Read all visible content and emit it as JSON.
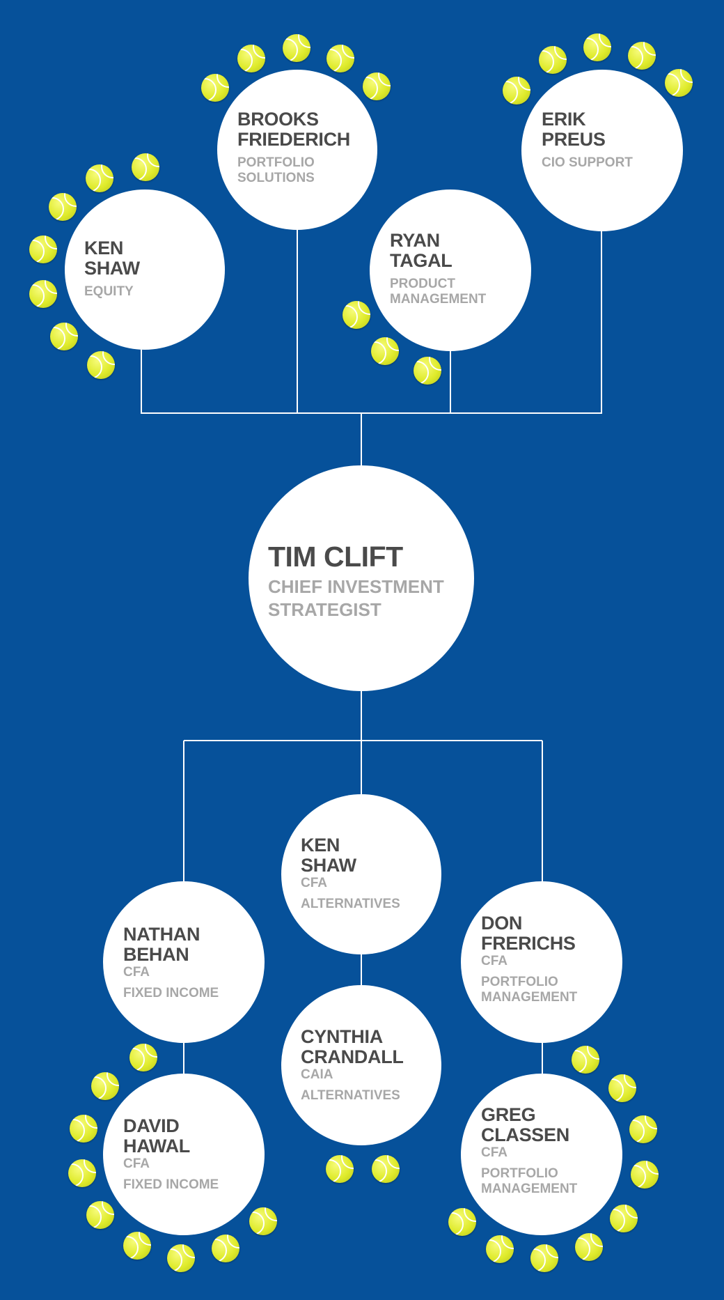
{
  "colors": {
    "background": "#06519a",
    "node": "#ffffff",
    "name_text": "#4a4a4a",
    "role_text": "#a7a7a7",
    "connector": "#ffffff",
    "tennis_ball": "#dfeb2c"
  },
  "decoration_icon": "tennis-ball-icon",
  "center": {
    "name": "TIM CLIFT",
    "role_line1": "CHIEF INVESTMENT",
    "role_line2": "STRATEGIST"
  },
  "top": {
    "ken_shaw": {
      "name1": "KEN",
      "name2": "SHAW",
      "role1": "EQUITY"
    },
    "brooks_friederich": {
      "name1": "BROOKS",
      "name2": "FRIEDERICH",
      "role1": "PORTFOLIO",
      "role2": "SOLUTIONS"
    },
    "ryan_tagal": {
      "name1": "RYAN",
      "name2": "TAGAL",
      "role1": "PRODUCT",
      "role2": "MANAGEMENT"
    },
    "erik_preus": {
      "name1": "ERIK",
      "name2": "PREUS",
      "role1": "CIO SUPPORT"
    }
  },
  "bottom": {
    "ken_shaw": {
      "name1": "KEN",
      "name2": "SHAW",
      "credential": "CFA",
      "role1": "ALTERNATIVES"
    },
    "cynthia_crandall": {
      "name1": "CYNTHIA",
      "name2": "CRANDALL",
      "credential": "CAIA",
      "role1": "ALTERNATIVES"
    },
    "nathan_behan": {
      "name1": "NATHAN",
      "name2": "BEHAN",
      "credential": "CFA",
      "role1": "FIXED INCOME"
    },
    "david_hawal": {
      "name1": "DAVID",
      "name2": "HAWAL",
      "credential": "CFA",
      "role1": "FIXED INCOME"
    },
    "don_frerichs": {
      "name1": "DON",
      "name2": "FRERICHS",
      "credential": "CFA",
      "role1": "PORTFOLIO",
      "role2": "MANAGEMENT"
    },
    "greg_classen": {
      "name1": "GREG",
      "name2": "CLASSEN",
      "credential": "CFA",
      "role1": "PORTFOLIO",
      "role2": "MANAGEMENT"
    }
  }
}
